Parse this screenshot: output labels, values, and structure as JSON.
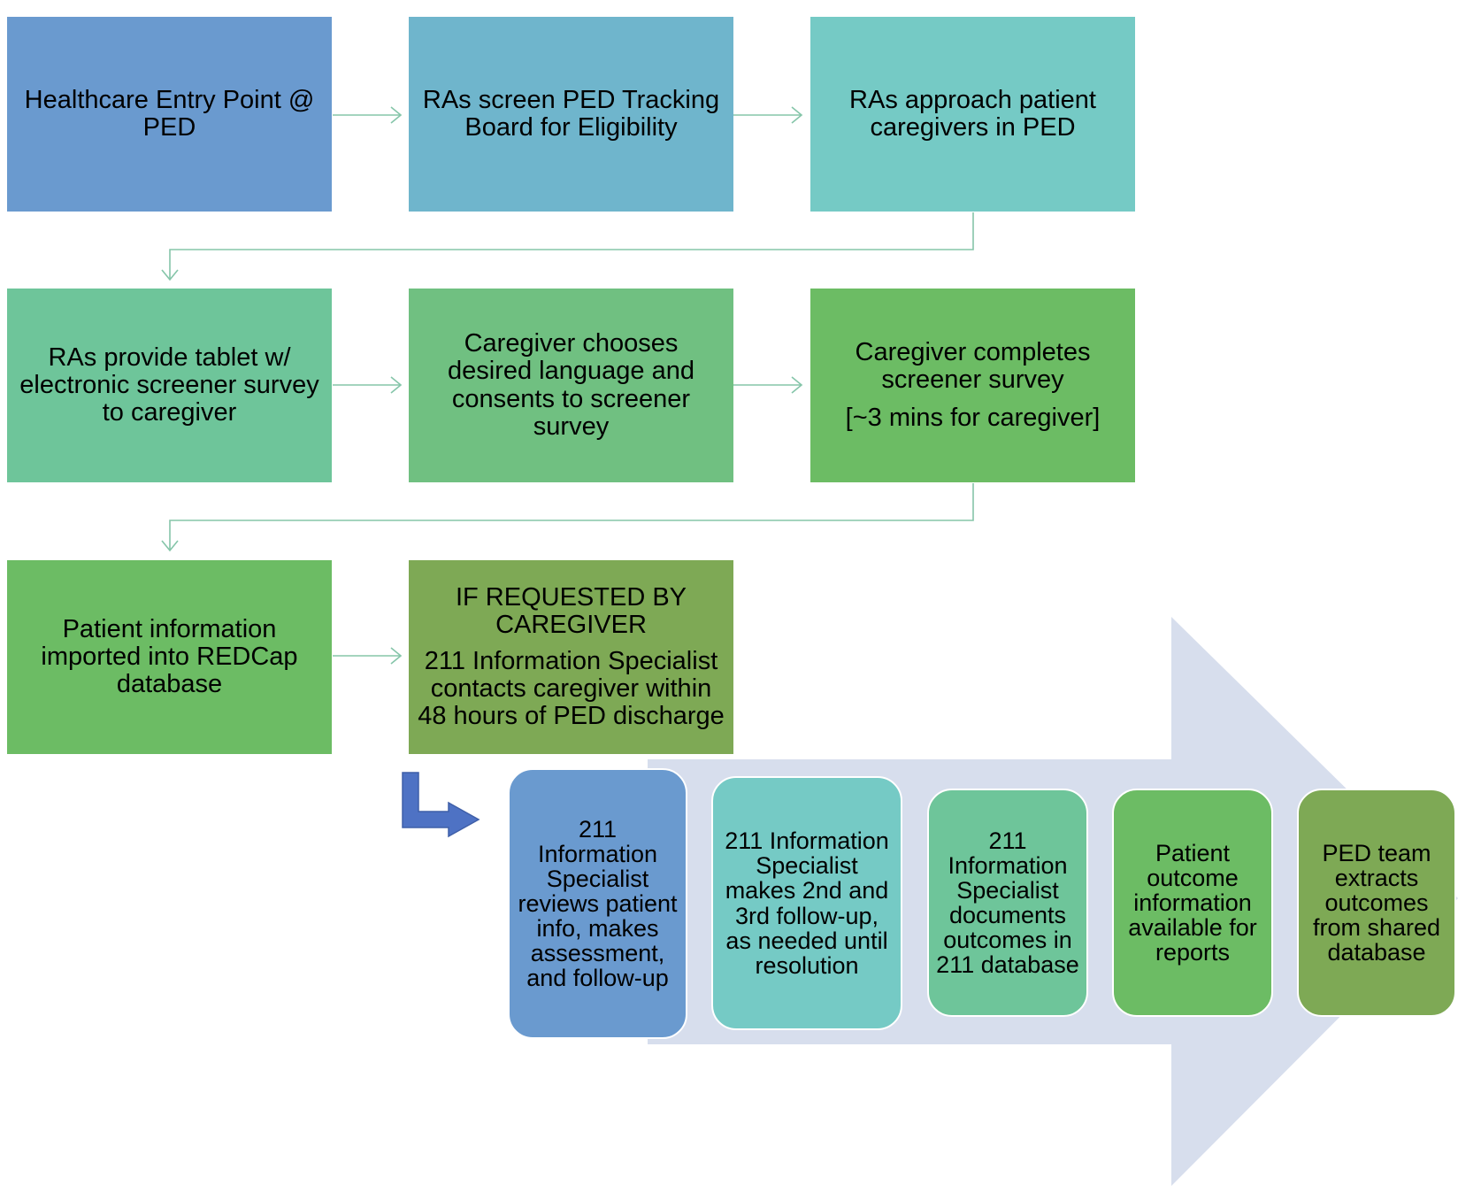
{
  "colors": {
    "blue": "#6a9acf",
    "steel": "#6fb5cc",
    "teal": "#75cac5",
    "mint": "#6ec59a",
    "green_light": "#70c081",
    "green": "#6cbc64",
    "olive": "#7ea955",
    "arrow_bg": "#d7deed",
    "connector": "#85c5a9",
    "bent_arrow": "#4e72c4"
  },
  "row1": [
    {
      "text": "Healthcare Entry Point @ PED"
    },
    {
      "text": "RAs screen PED Tracking Board for Eligibility"
    },
    {
      "text": "RAs approach patient caregivers in PED"
    }
  ],
  "row2": [
    {
      "text": "RAs provide tablet w/ electronic screener survey to caregiver"
    },
    {
      "text": "Caregiver chooses desired language and consents to screener survey"
    },
    {
      "text": "Caregiver completes screener survey",
      "sub": "[~3 mins for caregiver]"
    }
  ],
  "row3": [
    {
      "text": "Patient information imported into REDCap database"
    },
    {
      "text": "IF REQUESTED BY CAREGIVER",
      "sub": "211 Information Specialist contacts caregiver within 48 hours of PED discharge"
    }
  ],
  "process_steps": [
    {
      "text": "211 Information Specialist reviews patient info, makes assessment, and follow-up"
    },
    {
      "text": "211 Information Specialist makes 2nd and 3rd follow-up, as needed until resolution"
    },
    {
      "text": "211 Information Specialist documents outcomes in 211 database"
    },
    {
      "text": "Patient outcome information available for reports"
    },
    {
      "text": "PED team extracts outcomes from shared database"
    }
  ]
}
